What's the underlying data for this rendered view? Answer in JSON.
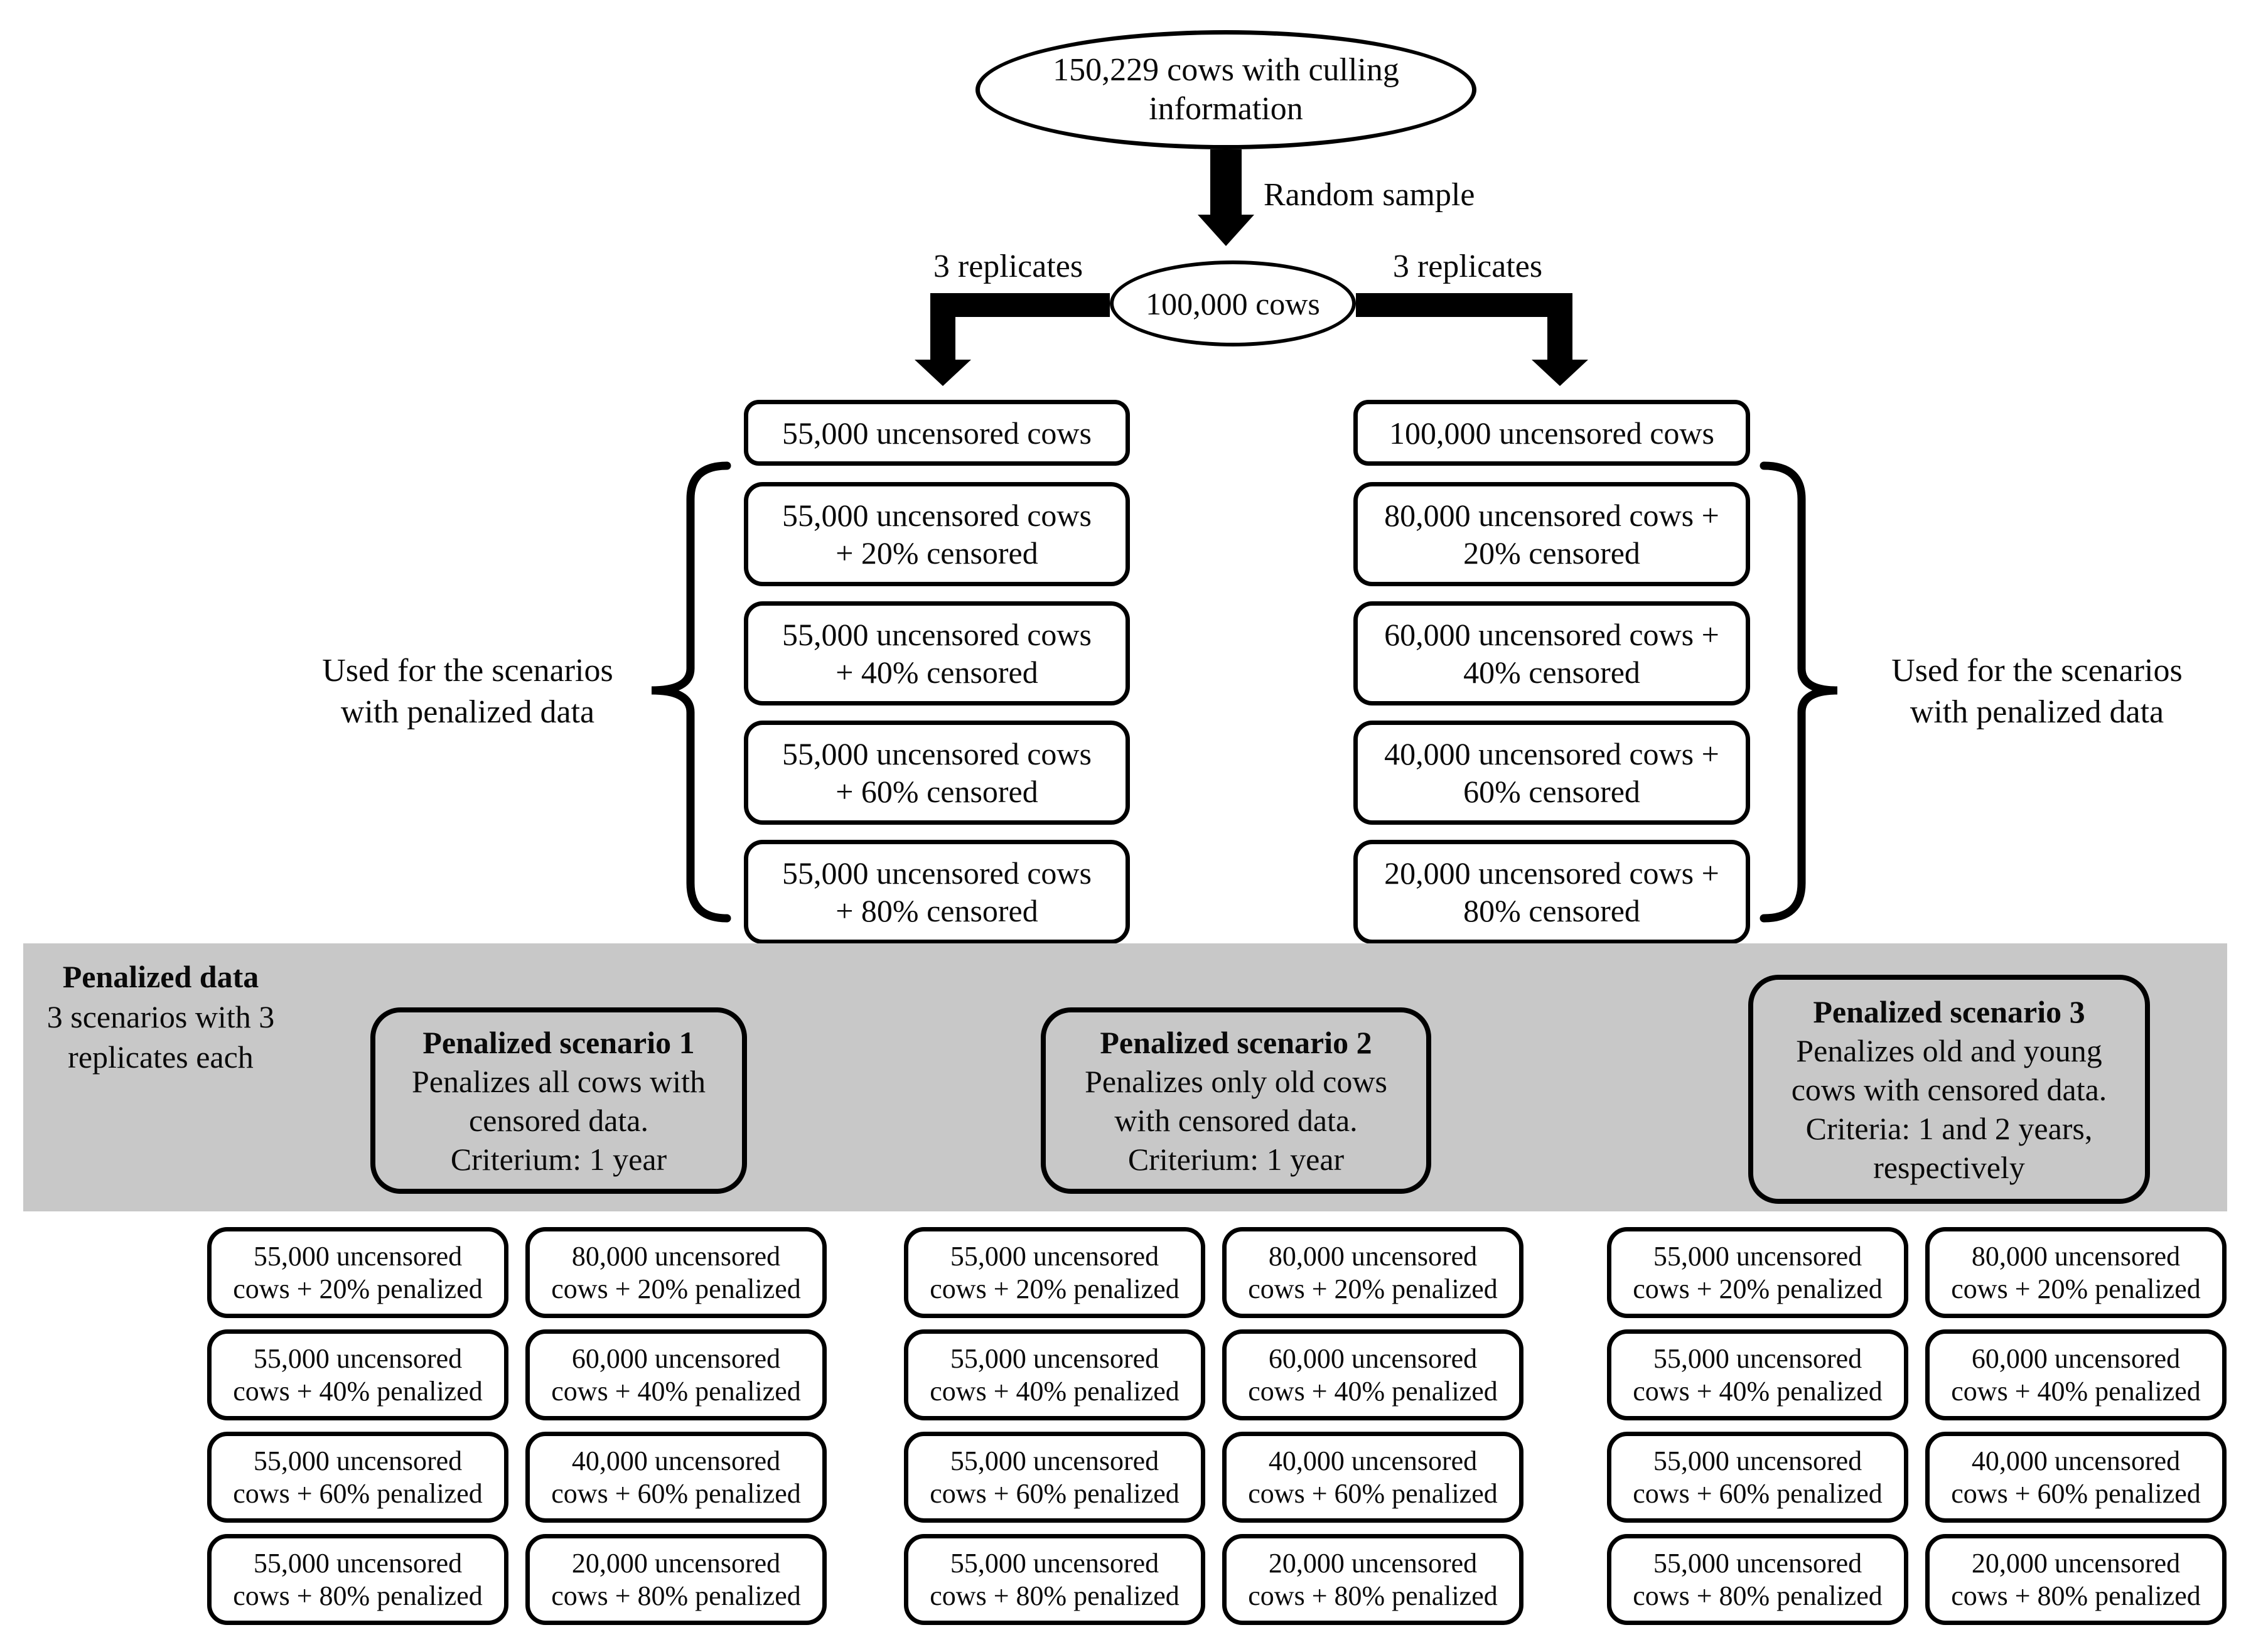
{
  "colors": {
    "ink": "#0a0a0a",
    "band_bg": "#c8c8c8",
    "page_bg": "#ffffff",
    "line": "#000000"
  },
  "top": {
    "source_ellipse": {
      "line1": "150,229 cows with culling",
      "line2": "information"
    },
    "random_sample_label": "Random sample",
    "sample_ellipse": "100,000 cows",
    "replicates_left": "3 replicates",
    "replicates_right": "3 replicates"
  },
  "columns": {
    "left": {
      "base": "55,000 uncensored cows",
      "boxes": [
        {
          "line1": "55,000 uncensored cows",
          "line2": "+ 20% censored"
        },
        {
          "line1": "55,000 uncensored cows",
          "line2": "+ 40% censored"
        },
        {
          "line1": "55,000 uncensored cows",
          "line2": "+ 60% censored"
        },
        {
          "line1": "55,000 uncensored cows",
          "line2": "+ 80% censored"
        }
      ],
      "brace_label": {
        "line1": "Used for the scenarios",
        "line2": "with penalized data"
      }
    },
    "right": {
      "base": "100,000 uncensored cows",
      "boxes": [
        {
          "line1": "80,000 uncensored cows +",
          "line2": "20% censored"
        },
        {
          "line1": "60,000 uncensored cows +",
          "line2": "40% censored"
        },
        {
          "line1": "40,000 uncensored cows +",
          "line2": "60% censored"
        },
        {
          "line1": "20,000 uncensored cows +",
          "line2": "80% censored"
        }
      ],
      "brace_label": {
        "line1": "Used for the scenarios",
        "line2": "with penalized data"
      }
    }
  },
  "band": {
    "header": {
      "line1": "Penalized data",
      "line2": "3 scenarios with 3",
      "line3": "replicates each"
    },
    "scenarios": [
      {
        "title": "Penalized scenario 1",
        "line1": "Penalizes all cows with",
        "line2": "censored data.",
        "line3": "Criterium: 1 year",
        "line4": ""
      },
      {
        "title": "Penalized scenario 2",
        "line1": "Penalizes only old cows",
        "line2": "with censored data.",
        "line3": "Criterium: 1 year",
        "line4": ""
      },
      {
        "title": "Penalized scenario 3",
        "line1": "Penalizes old and young",
        "line2": "cows with censored data.",
        "line3": "Criteria: 1 and 2 years,",
        "line4": "respectively"
      }
    ]
  },
  "groups": [
    {
      "boxes": [
        {
          "l1": "55,000 uncensored",
          "l2": "cows + 20% penalized"
        },
        {
          "l1": "80,000 uncensored",
          "l2": "cows + 20% penalized"
        },
        {
          "l1": "55,000 uncensored",
          "l2": "cows + 40% penalized"
        },
        {
          "l1": "60,000 uncensored",
          "l2": "cows + 40% penalized"
        },
        {
          "l1": "55,000 uncensored",
          "l2": "cows + 60% penalized"
        },
        {
          "l1": "40,000 uncensored",
          "l2": "cows + 60% penalized"
        },
        {
          "l1": "55,000 uncensored",
          "l2": "cows + 80% penalized"
        },
        {
          "l1": "20,000 uncensored",
          "l2": "cows + 80% penalized"
        }
      ]
    },
    {
      "boxes": [
        {
          "l1": "55,000 uncensored",
          "l2": "cows + 20% penalized"
        },
        {
          "l1": "80,000 uncensored",
          "l2": "cows + 20% penalized"
        },
        {
          "l1": "55,000 uncensored",
          "l2": "cows + 40% penalized"
        },
        {
          "l1": "60,000 uncensored",
          "l2": "cows + 40% penalized"
        },
        {
          "l1": "55,000 uncensored",
          "l2": "cows + 60% penalized"
        },
        {
          "l1": "40,000 uncensored",
          "l2": "cows + 60% penalized"
        },
        {
          "l1": "55,000 uncensored",
          "l2": "cows + 80% penalized"
        },
        {
          "l1": "20,000 uncensored",
          "l2": "cows + 80% penalized"
        }
      ]
    },
    {
      "boxes": [
        {
          "l1": "55,000 uncensored",
          "l2": "cows + 20% penalized"
        },
        {
          "l1": "80,000 uncensored",
          "l2": "cows + 20% penalized"
        },
        {
          "l1": "55,000 uncensored",
          "l2": "cows + 40% penalized"
        },
        {
          "l1": "60,000 uncensored",
          "l2": "cows + 40% penalized"
        },
        {
          "l1": "55,000 uncensored",
          "l2": "cows + 60% penalized"
        },
        {
          "l1": "40,000 uncensored",
          "l2": "cows + 60% penalized"
        },
        {
          "l1": "55,000 uncensored",
          "l2": "cows + 80% penalized"
        },
        {
          "l1": "20,000 uncensored",
          "l2": "cows + 80% penalized"
        }
      ]
    }
  ]
}
